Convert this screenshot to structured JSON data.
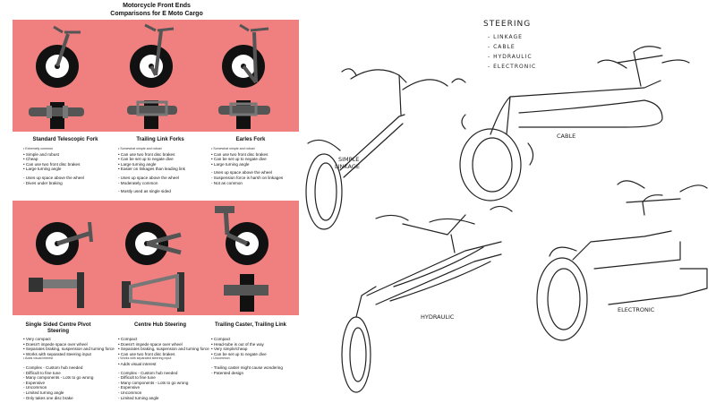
{
  "header": {
    "title": "Motorcycle Front Ends",
    "subtitle": "Comparisons for E Moto Cargo"
  },
  "options": [
    {
      "name": "Standard Telescopic Fork",
      "lines": [
        "• Extremely common",
        "• Simple and robust",
        "• Cheap",
        "• Can use two front disc brakes",
        "• Large turning angle",
        "",
        "- Uses up space above the wheel",
        "- Dives under braking"
      ]
    },
    {
      "name": "Trailing Link Forks",
      "lines": [
        "• Somewhat simple and robust",
        "• Can use two front disc brakes",
        "• Can be set up to negate dive",
        "• Large turning angle",
        "• Easier on linkages than leading link",
        "",
        "- Uses up space above the wheel",
        "- Moderately common",
        "",
        "- Mostly used as single sided"
      ]
    },
    {
      "name": "Earles Fork",
      "lines": [
        "• Somewhat simple and robust",
        "• Can use two front disc brakes",
        "• Can be set up to negate dive",
        "• Large turning angle",
        "",
        "- Uses up space above the wheel",
        "- Suspension force is harsh on linkages",
        "- Not as common"
      ]
    },
    {
      "name": "Single Sided Centre Pivot Steering",
      "lines": [
        "• Very compact",
        "• Doesn't impede space over wheel",
        "• Separates braking, suspension and turning forces",
        "• Works with separated steering input",
        "• Adds visual interest",
        "",
        "- Complex - Custom hub needed",
        "- Difficult to fine tune",
        "- Many components - Lots to go wrong",
        "- Expensive",
        "- Uncommon",
        "- Limited turning angle",
        "- Only takes one disc brake"
      ]
    },
    {
      "name": "Centre Hub Steering",
      "lines": [
        "• Compact",
        "• Doesn't impede space over wheel",
        "• Separates braking, suspension and turning forces",
        "• Can use two front disc brakes",
        "• Works with separated steering input",
        "• Adds visual interest",
        "",
        "- Complex - Custom hub needed",
        "- Difficult to fine tune",
        "- Many components - Lots to go wrong",
        "- Expensive",
        "- Uncommon",
        "- Limited turning angle"
      ]
    },
    {
      "name": "Trailing Caster, Trailing Link",
      "lines": [
        "• Compact",
        "• Head-tube is out of the way",
        "• Very simple/cheap",
        "• Can be set up to negate dive",
        "• Uncommon",
        "",
        "- Trailing caster might cause wondering",
        "- Patented design"
      ]
    }
  ],
  "steering": {
    "title": "STEERING",
    "items": [
      "- LINKAGE",
      "- CABLE",
      "- HYDRAULIC",
      "- ELECTRONIC"
    ]
  },
  "sketch_labels": {
    "simple": "SIMPLE",
    "linkage": "LINKAGE",
    "cable": "CABLE",
    "hydraulic": "HYDRAULIC",
    "electronic": "ELECTRONIC"
  }
}
